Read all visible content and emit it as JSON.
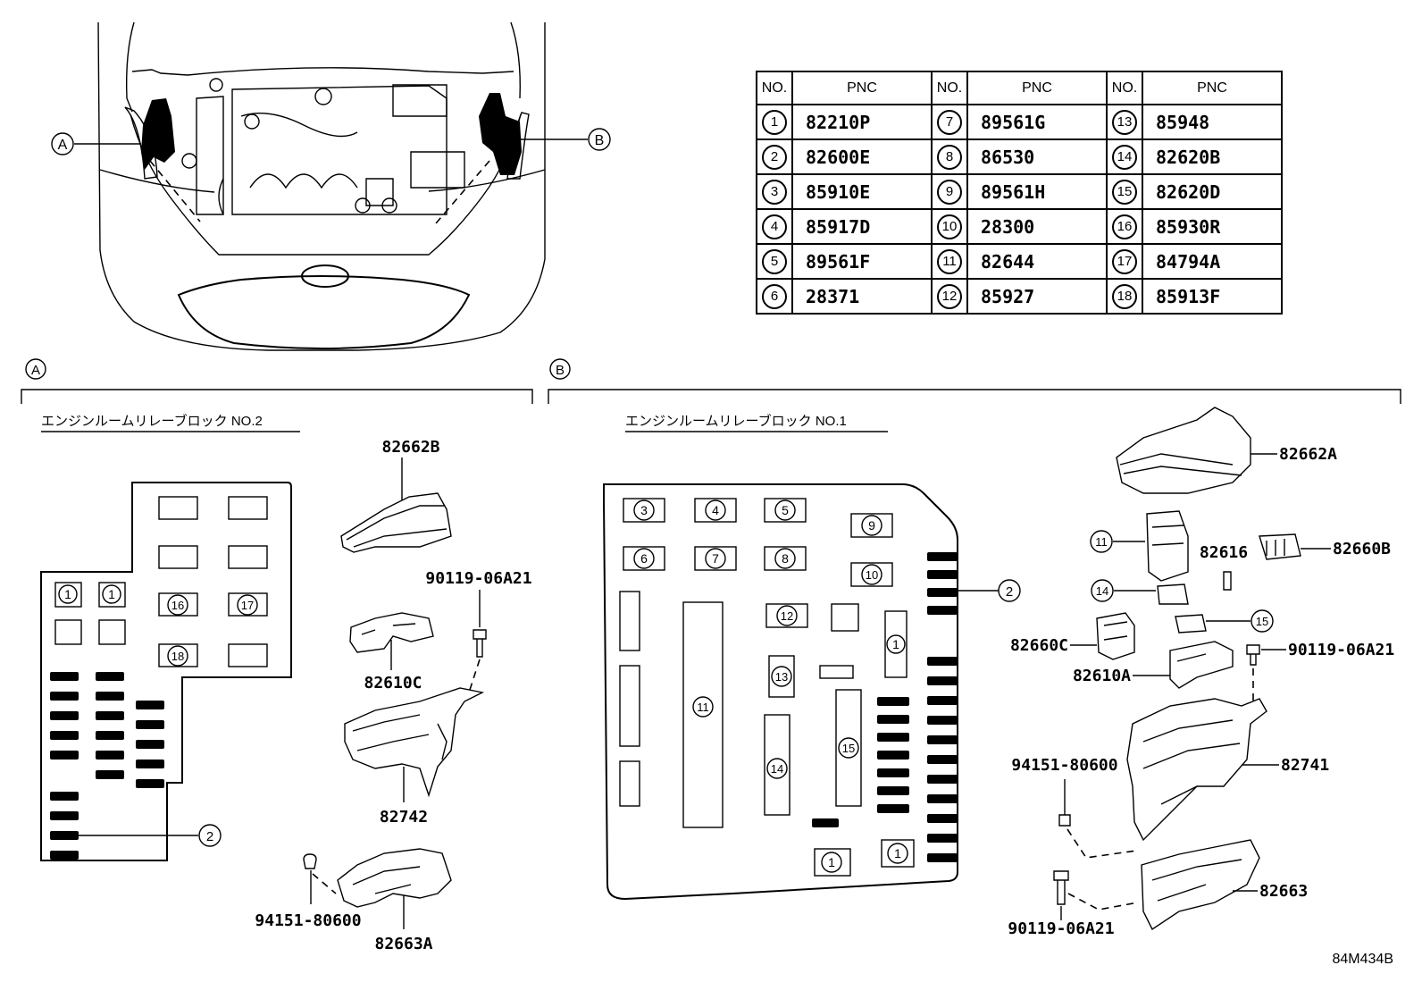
{
  "table": {
    "headers": [
      "NO.",
      "PNC",
      "NO.",
      "PNC",
      "NO.",
      "PNC"
    ],
    "rows": [
      [
        {
          "no": "1",
          "pnc": "82210P"
        },
        {
          "no": "7",
          "pnc": "89561G"
        },
        {
          "no": "13",
          "pnc": "85948"
        }
      ],
      [
        {
          "no": "2",
          "pnc": "82600E"
        },
        {
          "no": "8",
          "pnc": "86530"
        },
        {
          "no": "14",
          "pnc": "82620B"
        }
      ],
      [
        {
          "no": "3",
          "pnc": "85910E"
        },
        {
          "no": "9",
          "pnc": "89561H"
        },
        {
          "no": "15",
          "pnc": "82620D"
        }
      ],
      [
        {
          "no": "4",
          "pnc": "85917D"
        },
        {
          "no": "10",
          "pnc": "28300"
        },
        {
          "no": "16",
          "pnc": "85930R"
        }
      ],
      [
        {
          "no": "5",
          "pnc": "89561F"
        },
        {
          "no": "11",
          "pnc": "82644"
        },
        {
          "no": "17",
          "pnc": "84794A"
        }
      ],
      [
        {
          "no": "6",
          "pnc": "28371"
        },
        {
          "no": "12",
          "pnc": "85927"
        },
        {
          "no": "18",
          "pnc": "85913F"
        }
      ]
    ]
  },
  "callouts": {
    "a": "A",
    "b": "B"
  },
  "section_a": {
    "title": "エンジンルームリレーブロック NO.2",
    "parts": {
      "cover": "82662B",
      "bolt": "90119-06A21",
      "bracket": "82610C",
      "housing": "82742",
      "clip": "94151-80600",
      "lower": "82663A"
    },
    "block_labels": [
      "1",
      "1",
      "16",
      "17",
      "18"
    ],
    "callout_2": "2"
  },
  "section_b": {
    "title": "エンジンルームリレーブロック NO.1",
    "parts": {
      "cover": "82662A",
      "connector": "82660B",
      "fuse_small": "82616",
      "holder": "82660C",
      "bracket": "82610A",
      "bolt_top": "90119-06A21",
      "housing": "82741",
      "clip": "94151-80600",
      "lower": "82663",
      "bolt_bottom": "90119-06A21"
    },
    "block_labels": [
      "3",
      "4",
      "5",
      "9",
      "6",
      "7",
      "8",
      "10",
      "12",
      "1",
      "11",
      "13",
      "14",
      "15",
      "1",
      "1"
    ],
    "callouts": [
      "11",
      "14",
      "15",
      "2"
    ]
  },
  "diagram_code": "84M434B"
}
